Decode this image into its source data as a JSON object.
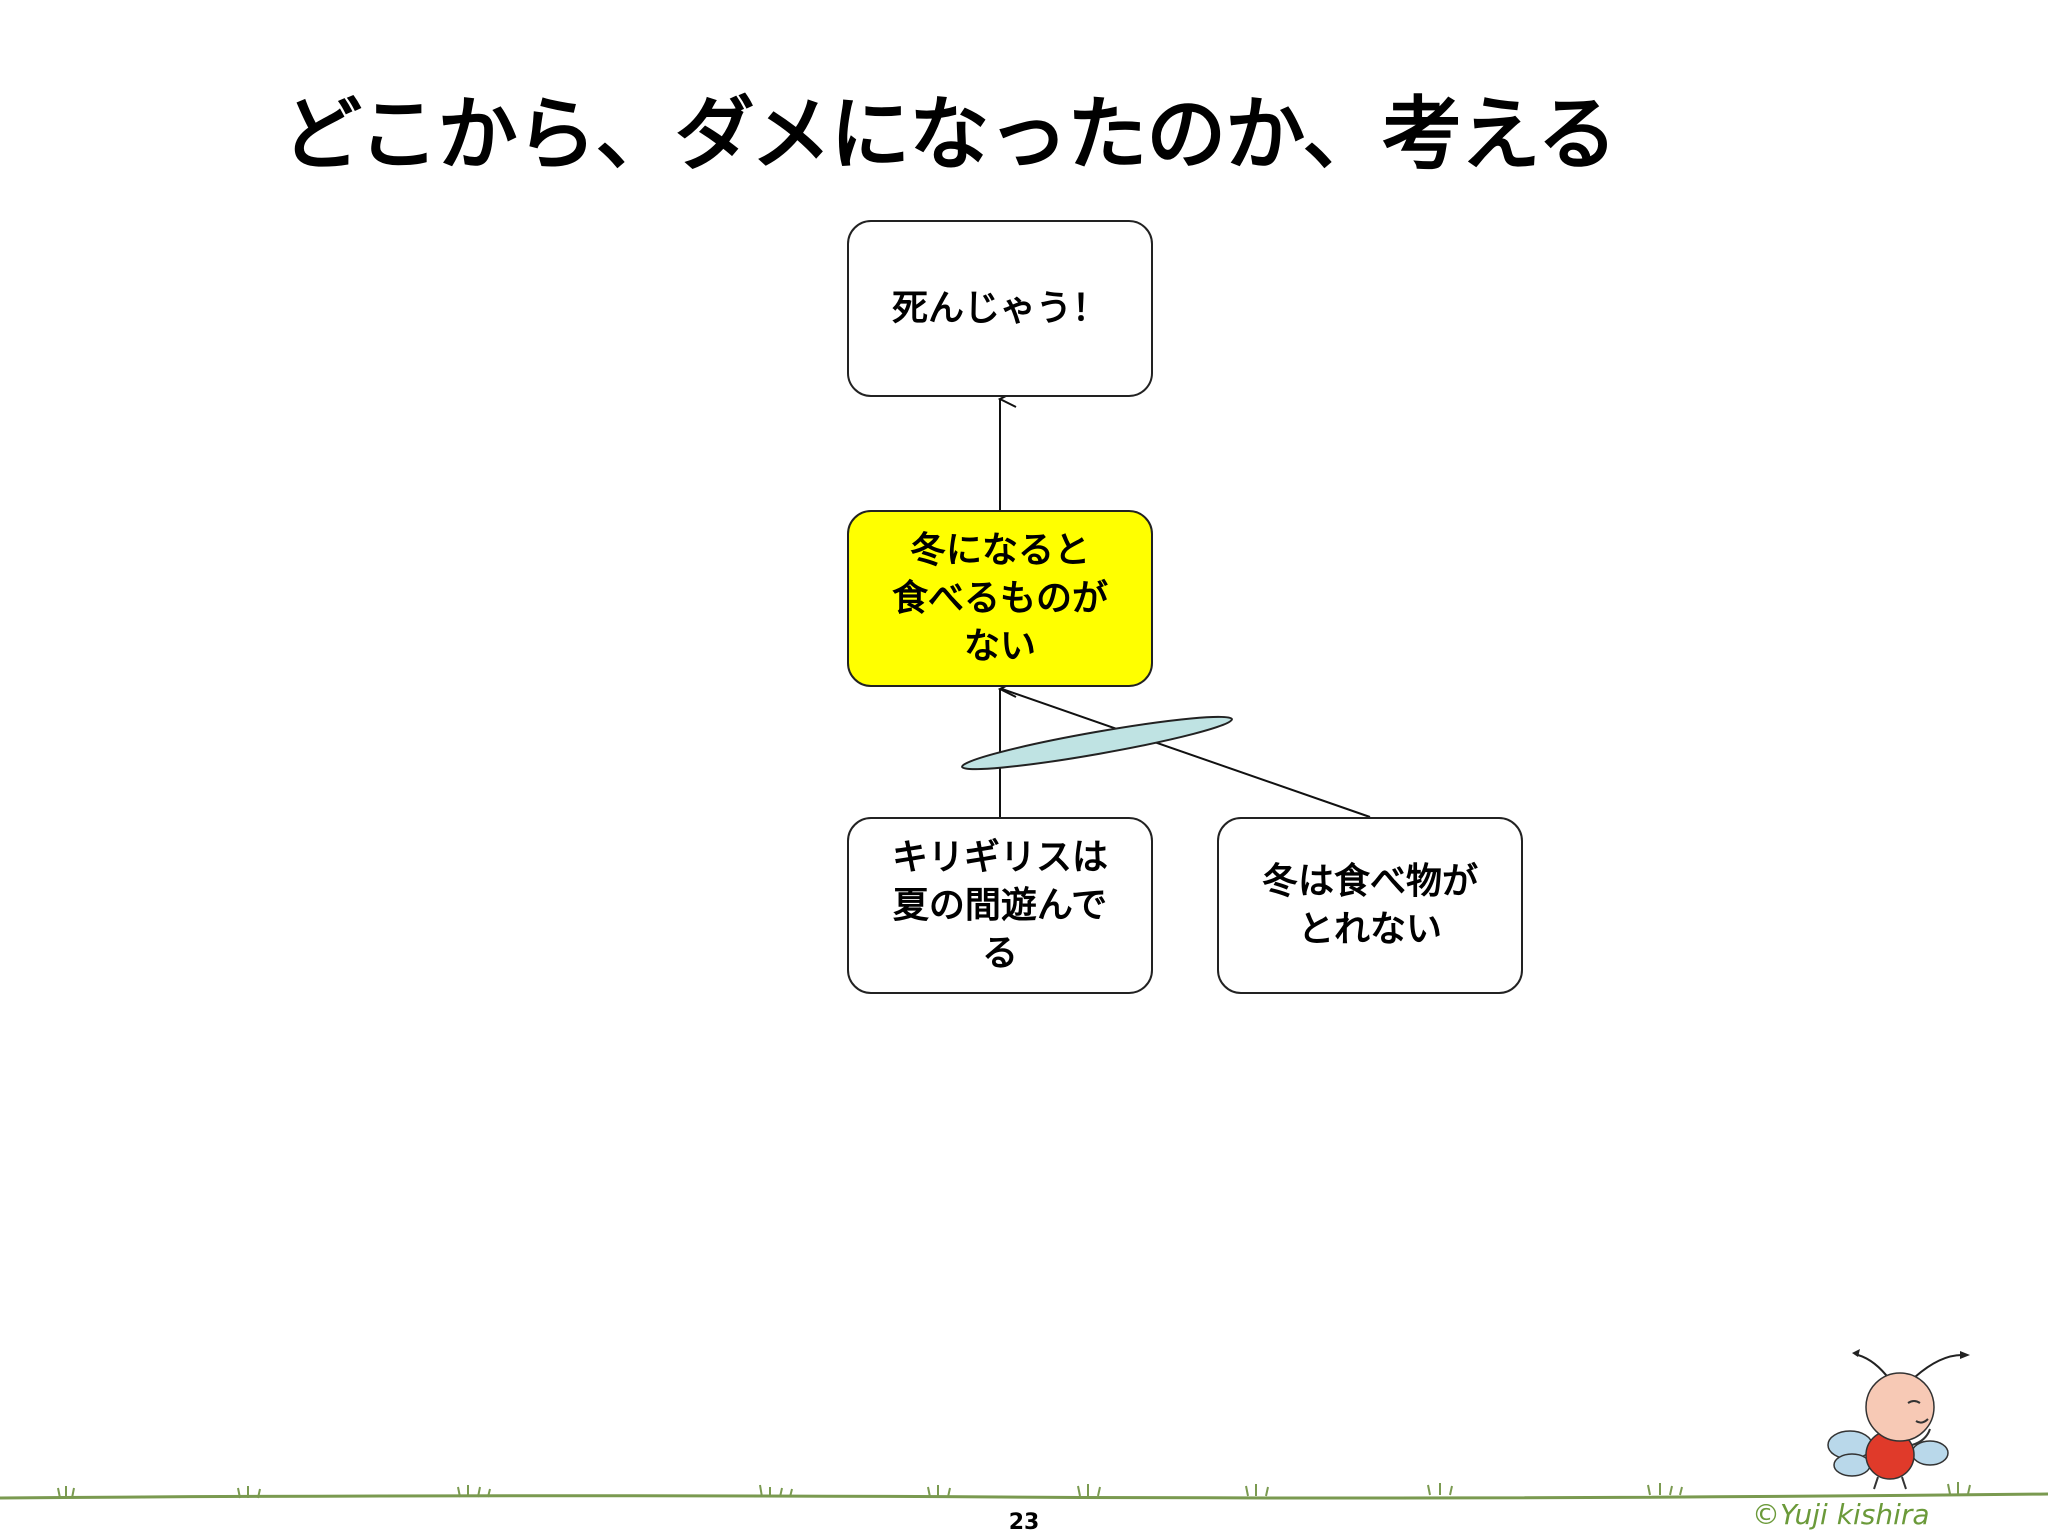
{
  "slide": {
    "title": "どこから、ダメになったのか、考える",
    "page_number": "23",
    "copyright": "©Yuji kishira"
  },
  "diagram": {
    "nodes": {
      "top": {
        "label": "死んじゃう！",
        "fill": "#ffffff"
      },
      "middle": {
        "label": "冬になると\n食べるものが\nない",
        "fill": "#ffff00"
      },
      "bottom_left": {
        "label": "キリギリスは\n夏の間遊んで\nる",
        "fill": "#ffffff"
      },
      "bottom_right": {
        "label": "冬は食べ物が\nとれない",
        "fill": "#ffffff"
      }
    },
    "and_connector_color": "#bfe3e3",
    "edge_color": "#111111"
  },
  "colors": {
    "ground_line": "#7a9a50",
    "mascot_body": "#e03a2a",
    "mascot_head": "#f7c9b5",
    "mascot_wings": "#b9d8ea"
  }
}
